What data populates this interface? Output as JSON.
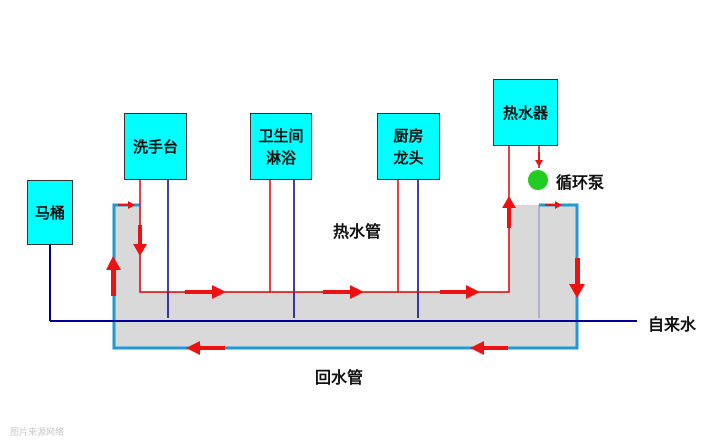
{
  "fixtures": {
    "toilet": "马桶",
    "basin": "洗手台",
    "shower_line1": "卫生间",
    "shower_line2": "淋浴",
    "kitchen_line1": "厨房",
    "kitchen_line2": "龙头",
    "heater": "热水器"
  },
  "labels": {
    "pump": "循环泵",
    "hot_pipe": "热水管",
    "return_pipe": "回水管",
    "tap_water": "自来水"
  },
  "watermark": "图片来源网络",
  "colors": {
    "fixture_fill": "#00ffff",
    "hot_line": "#e00000",
    "cold_line": "#000099",
    "loop_outline": "#1e9ad6",
    "loop_fill": "#d9d9d9",
    "pump": "#22cc22",
    "arrow": "#ee1111"
  }
}
